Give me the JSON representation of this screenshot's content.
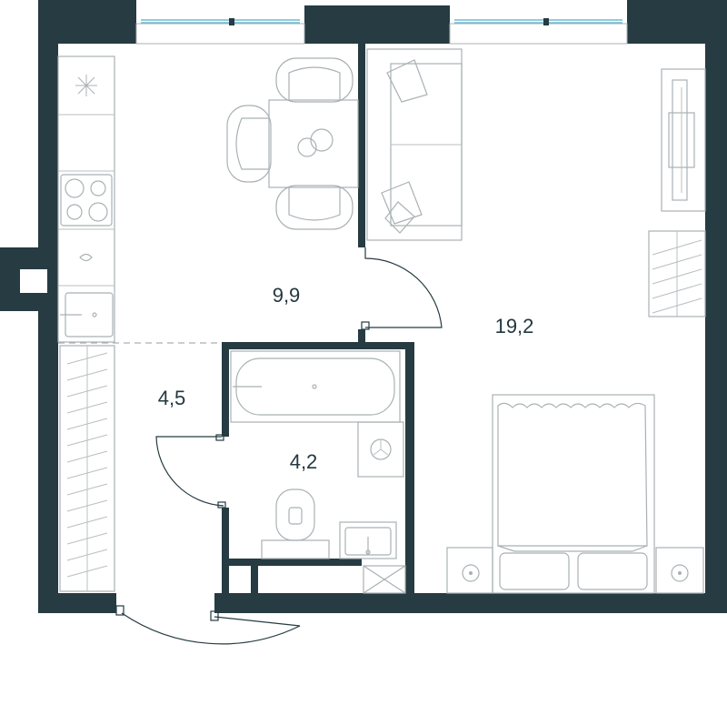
{
  "rooms": {
    "kitchen_area": "9,9",
    "living_area": "19,2",
    "hall_area": "4,5",
    "bathroom_area": "4,2"
  },
  "colors": {
    "wall": "#263b42",
    "furniture": "#a9b1b4",
    "window_glass": "#6fbad0",
    "label": "#24383f",
    "background": "#ffffff"
  }
}
